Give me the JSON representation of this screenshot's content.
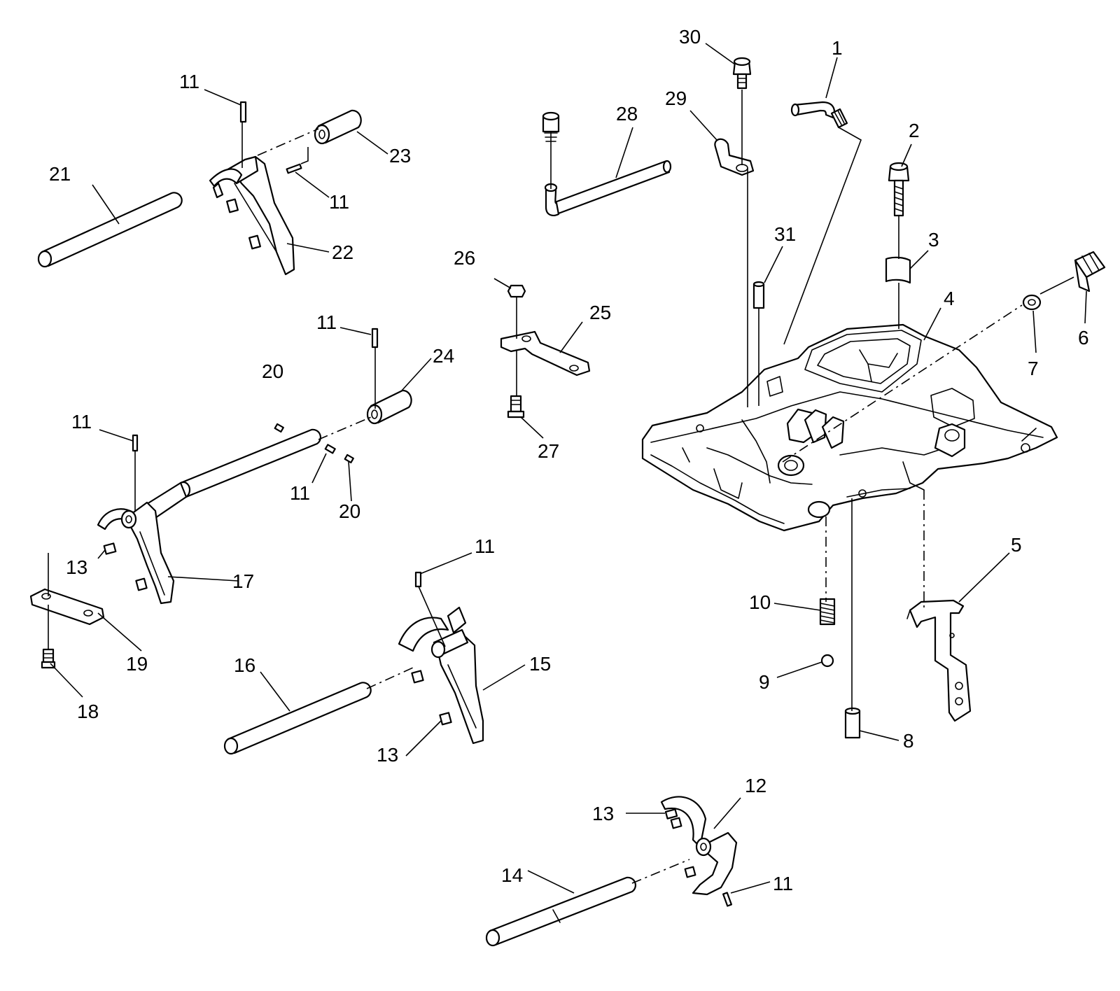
{
  "callouts": [
    {
      "id": "1",
      "text": "1"
    },
    {
      "id": "2",
      "text": "2"
    },
    {
      "id": "3",
      "text": "3"
    },
    {
      "id": "4",
      "text": "4"
    },
    {
      "id": "5",
      "text": "5"
    },
    {
      "id": "6",
      "text": "6"
    },
    {
      "id": "7",
      "text": "7"
    },
    {
      "id": "8",
      "text": "8"
    },
    {
      "id": "9",
      "text": "9"
    },
    {
      "id": "10",
      "text": "10"
    },
    {
      "id": "11a",
      "text": "11"
    },
    {
      "id": "11b",
      "text": "11"
    },
    {
      "id": "11c",
      "text": "11"
    },
    {
      "id": "11d",
      "text": "11"
    },
    {
      "id": "11e",
      "text": "11"
    },
    {
      "id": "11f",
      "text": "11"
    },
    {
      "id": "11g",
      "text": "11"
    },
    {
      "id": "12",
      "text": "12"
    },
    {
      "id": "13a",
      "text": "13"
    },
    {
      "id": "13b",
      "text": "13"
    },
    {
      "id": "13c",
      "text": "13"
    },
    {
      "id": "14",
      "text": "14"
    },
    {
      "id": "15",
      "text": "15"
    },
    {
      "id": "16",
      "text": "16"
    },
    {
      "id": "17",
      "text": "17"
    },
    {
      "id": "18",
      "text": "18"
    },
    {
      "id": "19",
      "text": "19"
    },
    {
      "id": "20a",
      "text": "20"
    },
    {
      "id": "20b",
      "text": "20"
    },
    {
      "id": "21",
      "text": "21"
    },
    {
      "id": "22",
      "text": "22"
    },
    {
      "id": "23",
      "text": "23"
    },
    {
      "id": "24",
      "text": "24"
    },
    {
      "id": "25",
      "text": "25"
    },
    {
      "id": "26",
      "text": "26"
    },
    {
      "id": "27",
      "text": "27"
    },
    {
      "id": "28",
      "text": "28"
    },
    {
      "id": "29",
      "text": "29"
    },
    {
      "id": "30",
      "text": "30"
    },
    {
      "id": "31",
      "text": "31"
    }
  ]
}
